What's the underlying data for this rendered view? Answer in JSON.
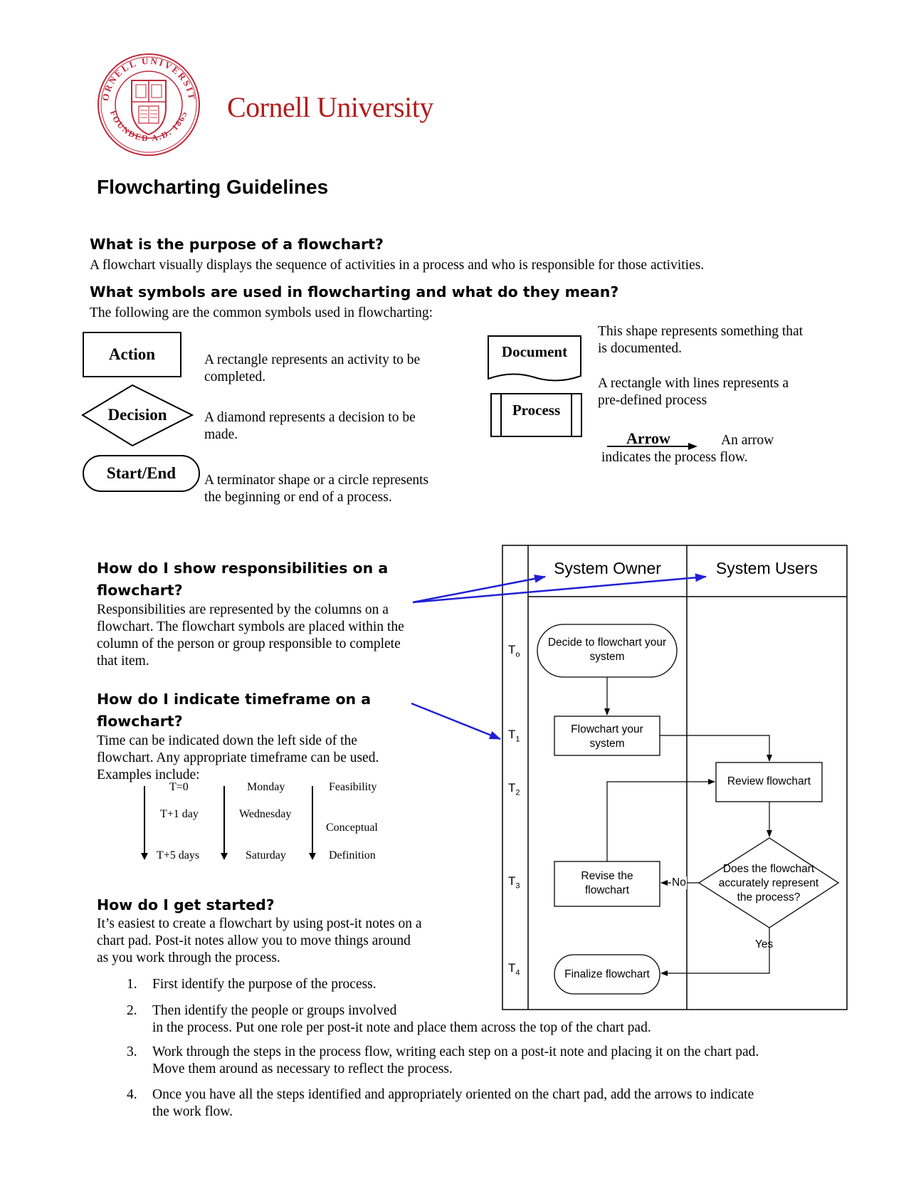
{
  "header": {
    "university_name": "Cornell University",
    "seal_text_top": "CORNELL UNIVERSITY",
    "seal_text_bottom": "FOUNDED A.D. 1865",
    "brand_color": "#b31b1b"
  },
  "doc_title": "Flowcharting Guidelines",
  "purpose": {
    "heading": "What is the purpose of a flowchart?",
    "text": "A flowchart visually displays the sequence of activities in a process and who is responsible for those activities."
  },
  "symbols": {
    "heading": "What symbols are used in flowcharting and what do they mean?",
    "intro": "The following are the common symbols used in flowcharting:",
    "action": {
      "label": "Action",
      "desc": "A rectangle represents an activity to be completed."
    },
    "decision": {
      "label": "Decision",
      "desc": "A diamond represents a decision to be made."
    },
    "startend": {
      "label": "Start/End",
      "desc": "A terminator shape or a circle represents the beginning or end of a process."
    },
    "document": {
      "label": "Document",
      "desc": "This shape represents something that is documented."
    },
    "process": {
      "label": "Process",
      "desc": "A rectangle with lines represents a pre-defined process"
    },
    "arrow": {
      "label": "Arrow",
      "desc_a": "An arrow",
      "desc_b": "indicates the process flow."
    }
  },
  "responsibilities": {
    "heading_line1": "How do I show responsibilities on a",
    "heading_line2": "flowchart?",
    "text": "Responsibilities are represented by the columns on a flowchart.  The flowchart symbols are placed within the column of the person or group responsible to complete that item."
  },
  "timeframe": {
    "heading_line1": "How do I indicate timeframe on a",
    "heading_line2": "flowchart?",
    "text": "Time can be indicated down the left side of the flowchart.  Any appropriate timeframe can be used.  Examples include:",
    "col1": [
      "T=0",
      "T+1 day",
      "T+5 days"
    ],
    "col2": [
      "Monday",
      "Wednesday",
      "Saturday"
    ],
    "col3": [
      "Feasibility",
      "Conceptual",
      "Definition"
    ]
  },
  "started": {
    "heading": "How do I get started?",
    "text": "It’s easiest to create a flowchart by using post-it notes on a chart pad.   Post-it notes allow you to move things around as you work through the process.",
    "steps": [
      {
        "num": "1.",
        "line1": "First identify the purpose of the process.",
        "line2": ""
      },
      {
        "num": "2.",
        "line1": "Then identify the people or groups involved",
        "line2": "in the process.  Put one role per post-it note and place them across the top of the chart pad."
      },
      {
        "num": "3.",
        "line1": "Work through the steps in the process flow, writing each step on a post-it note and placing it on the chart pad.",
        "line2": "Move them around as necessary to reflect the process."
      },
      {
        "num": "4.",
        "line1": "Once you have all the steps identified and appropriately oriented on the chart pad, add the arrows to indicate",
        "line2": "the work flow."
      }
    ]
  },
  "diagram": {
    "col_owner": "System Owner",
    "col_users": "System Users",
    "t_labels": [
      {
        "t": "T",
        "sub": "o"
      },
      {
        "t": "T",
        "sub": "1"
      },
      {
        "t": "T",
        "sub": "2"
      },
      {
        "t": "T",
        "sub": "3"
      },
      {
        "t": "T",
        "sub": "4"
      }
    ],
    "start_line1": "Decide to flowchart your",
    "start_line2": "system",
    "flowchart_line1": "Flowchart your",
    "flowchart_line2": "system",
    "review": "Review flowchart",
    "decision_line1": "Does the flowchart",
    "decision_line2": "accurately represent",
    "decision_line3": "the process?",
    "revise_line1": "Revise the",
    "revise_line2": "flowchart",
    "finalize": "Finalize flowchart",
    "no": "No",
    "yes": "Yes",
    "callout_color": "#1f1fd6"
  }
}
